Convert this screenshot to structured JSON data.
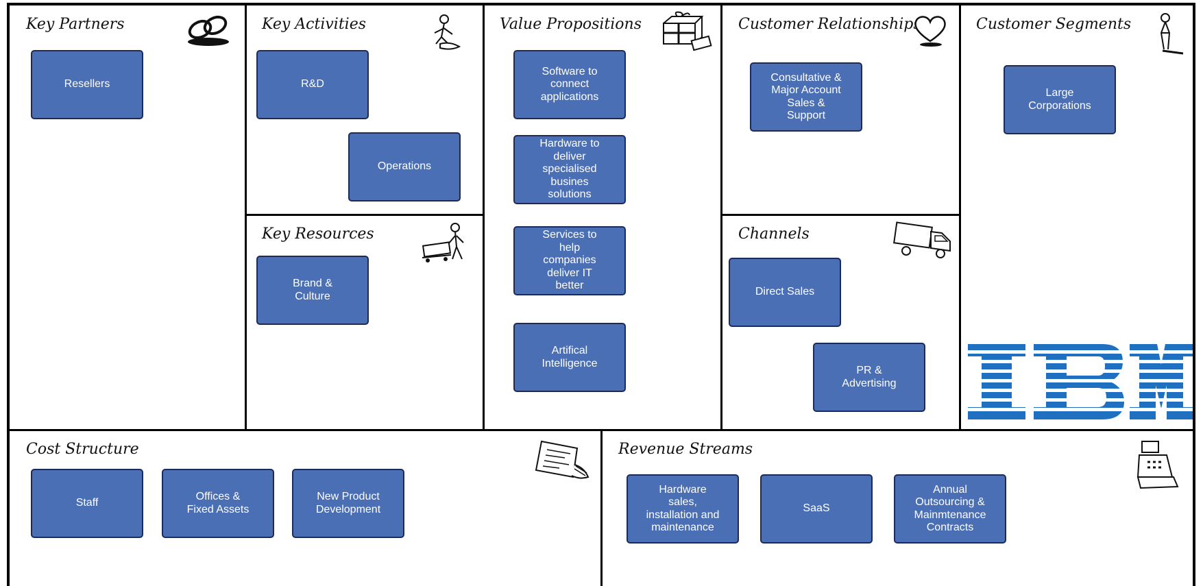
{
  "sections": {
    "key_partners": "Key Partners",
    "key_activities": "Key Activities",
    "key_resources": "Key Resources",
    "value_propositions": "Value Propositions",
    "customer_relationships": "Customer Relationships",
    "channels": "Channels",
    "customer_segments": "Customer Segments",
    "cost_structure": "Cost Structure",
    "revenue_streams": "Revenue Streams"
  },
  "cards": {
    "key_partners": [
      "Resellers"
    ],
    "key_activities": [
      "R&D",
      "Operations"
    ],
    "key_resources": [
      "Brand &\nCulture"
    ],
    "value_propositions": [
      "Software to\nconnect\napplications",
      "Hardware to\ndeliver\nspecialised\nbusines\nsolutions",
      "Services to\nhelp\ncompanies\ndeliver IT\nbetter",
      "Artifical\nIntelligence"
    ],
    "customer_relationships": [
      "Consultative &\nMajor Account\nSales &\nSupport"
    ],
    "channels": [
      "Direct Sales",
      "PR &\nAdvertising"
    ],
    "customer_segments": [
      "Large\nCorporations"
    ],
    "cost_structure": [
      "Staff",
      "Offices &\nFixed Assets",
      "New Product\nDevelopment"
    ],
    "revenue_streams": [
      "Hardware\nsales,\ninstallation and\nmaintenance",
      "SaaS",
      "Annual\nOutsourcing &\nMainmtenance\nContracts"
    ]
  },
  "icons": {
    "key_partners": "chain-links-icon",
    "key_activities": "worker-icon",
    "key_resources": "worker-with-cart-icon",
    "value_propositions": "gift-box-icon",
    "customer_relationships": "heart-icon",
    "channels": "delivery-truck-icon",
    "customer_segments": "person-icon",
    "cost_structure": "price-tag-icon",
    "revenue_streams": "cash-register-icon"
  },
  "colors": {
    "card_fill": "#4a6fb5",
    "card_border": "#1c2a55",
    "ibm_blue": "#1f70c1"
  },
  "logo": {
    "text": "IBM"
  }
}
